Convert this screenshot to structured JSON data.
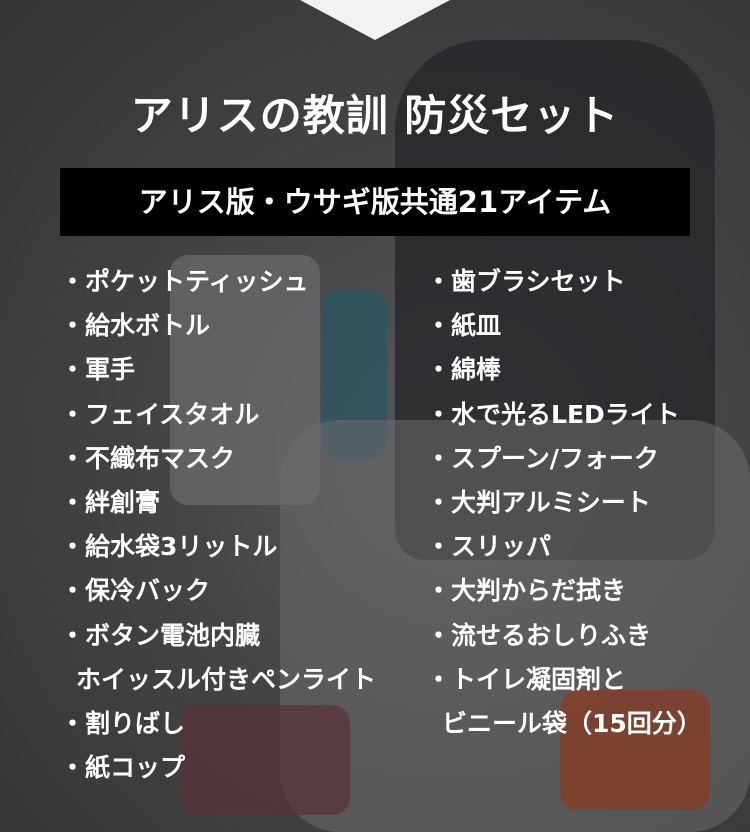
{
  "title": "アリスの教訓 防災セット",
  "banner": "アリス版・ウサギ版共通21アイテム",
  "bullet": "・",
  "left_items": [
    {
      "lines": [
        "ポケットティッシュ"
      ]
    },
    {
      "lines": [
        "給水ボトル"
      ]
    },
    {
      "lines": [
        "軍手"
      ]
    },
    {
      "lines": [
        "フェイスタオル"
      ]
    },
    {
      "lines": [
        "不織布マスク"
      ]
    },
    {
      "lines": [
        "絆創膏"
      ]
    },
    {
      "lines": [
        "給水袋3リットル"
      ]
    },
    {
      "lines": [
        "保冷バック"
      ]
    },
    {
      "lines": [
        "ボタン電池内臓",
        "ホイッスル付きペンライト"
      ]
    },
    {
      "lines": [
        "割りばし"
      ]
    },
    {
      "lines": [
        "紙コップ"
      ]
    }
  ],
  "right_items": [
    {
      "lines": [
        "歯ブラシセット"
      ]
    },
    {
      "lines": [
        "紙皿"
      ]
    },
    {
      "lines": [
        "綿棒"
      ]
    },
    {
      "lines": [
        "水で光るLEDライト"
      ]
    },
    {
      "lines": [
        "スプーン/フォーク"
      ]
    },
    {
      "lines": [
        "大判アルミシート"
      ]
    },
    {
      "lines": [
        "スリッパ"
      ]
    },
    {
      "lines": [
        "大判からだ拭き"
      ]
    },
    {
      "lines": [
        "流せるおしりふき"
      ]
    },
    {
      "lines": [
        "トイレ凝固剤と",
        "ビニール袋（15回分）"
      ]
    }
  ]
}
